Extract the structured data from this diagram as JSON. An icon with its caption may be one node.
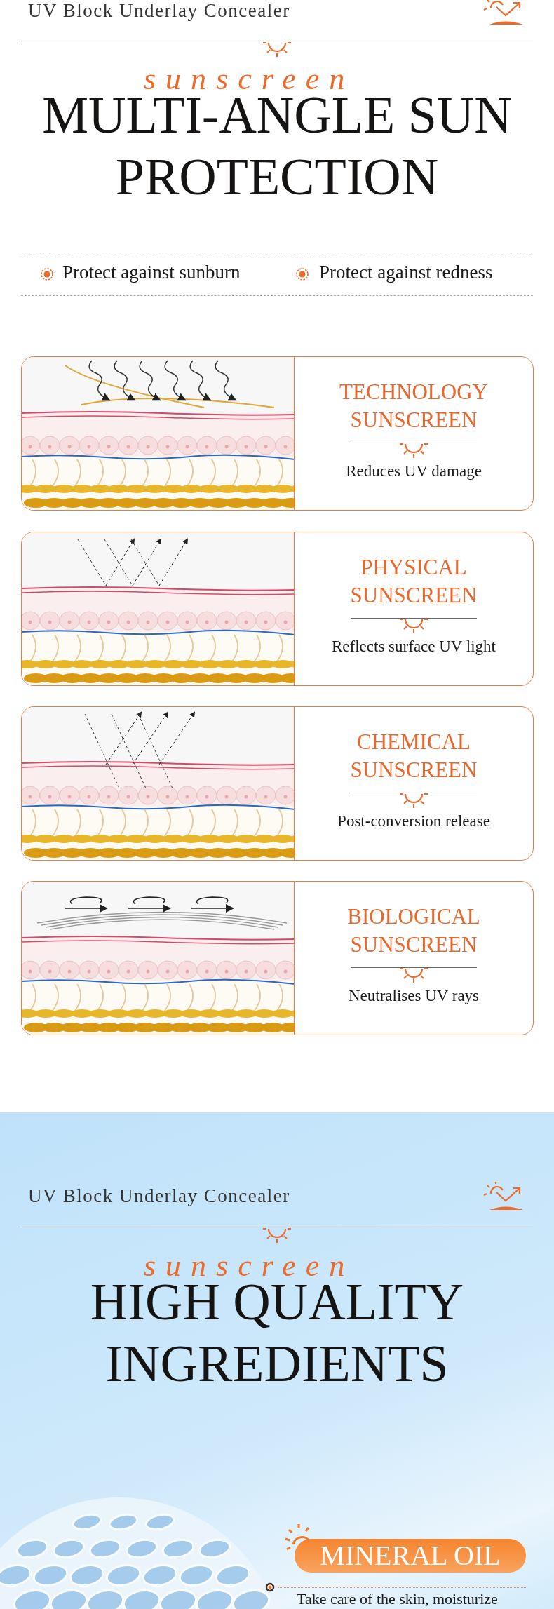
{
  "diagram": {
    "title": "MULTI-ANGLE SUN PROTECTION",
    "nodes": [
      {
        "text": [
          "TECHNOLOGY SUNSCREEN",
          "Reduces UV damage"
        ]
      },
      {
        "text": [
          "PHYSICAL SUNSCREEN",
          "Reflects surface UV light"
        ]
      },
      {
        "text": [
          "CHEMICAL SUNSCREEN",
          "Post-conversion release"
        ]
      },
      {
        "text": [
          "BIOLOGICAL SUNSCREEN",
          "Neutralises UV rays"
        ]
      },
      {
        "text": [
          "MINERAL OIL"
        ]
      }
    ],
    "edges": [],
    "labels": [
      "UV Block Underlay Concealer",
      "sunscreen",
      "Protect against sunburn",
      "Protect against redness",
      "UV Block Underlay Concealer",
      "sunscreen",
      "HIGH QUALITY INGREDIENTS",
      "Take care of the skin, moisturize"
    ]
  }
}
